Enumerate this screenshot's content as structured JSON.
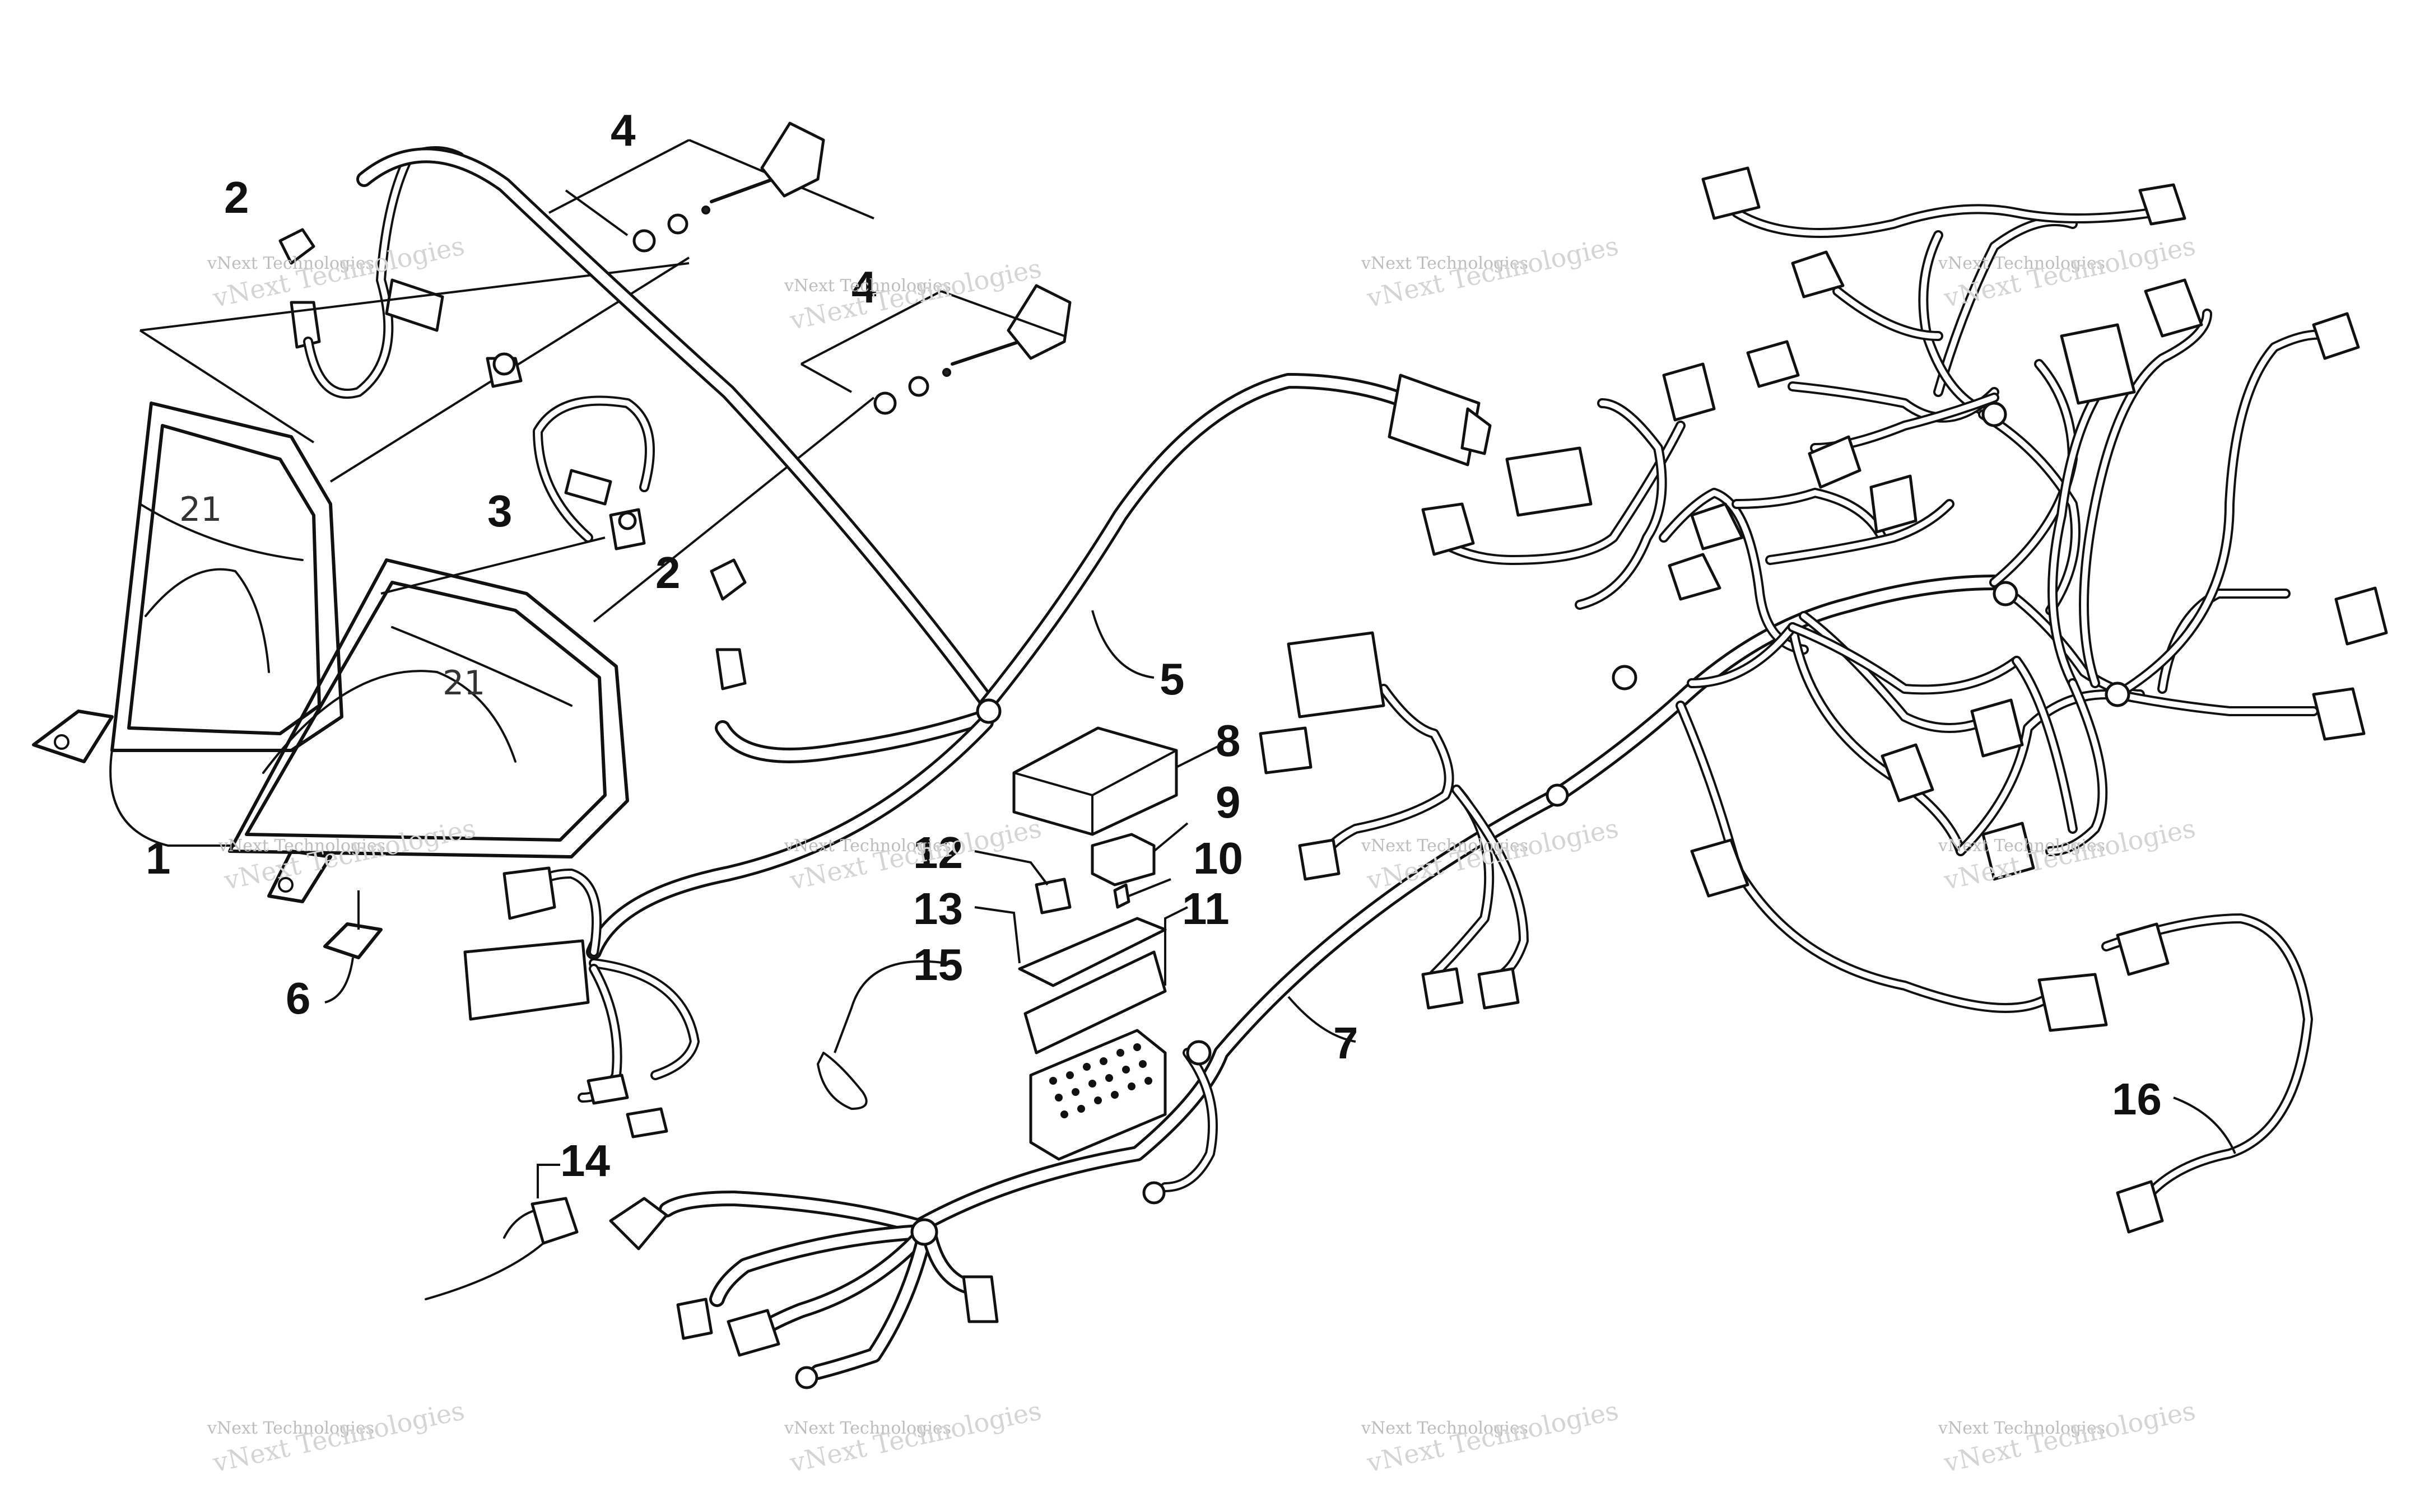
{
  "diagram": {
    "callouts": [
      "1",
      "2",
      "2",
      "3",
      "4",
      "4",
      "5",
      "6",
      "7",
      "8",
      "9",
      "10",
      "11",
      "12",
      "13",
      "14",
      "15",
      "16"
    ],
    "watermarks": [
      {
        "line1": "vNext Technologies",
        "line2": "vNext Technologies"
      }
    ]
  }
}
